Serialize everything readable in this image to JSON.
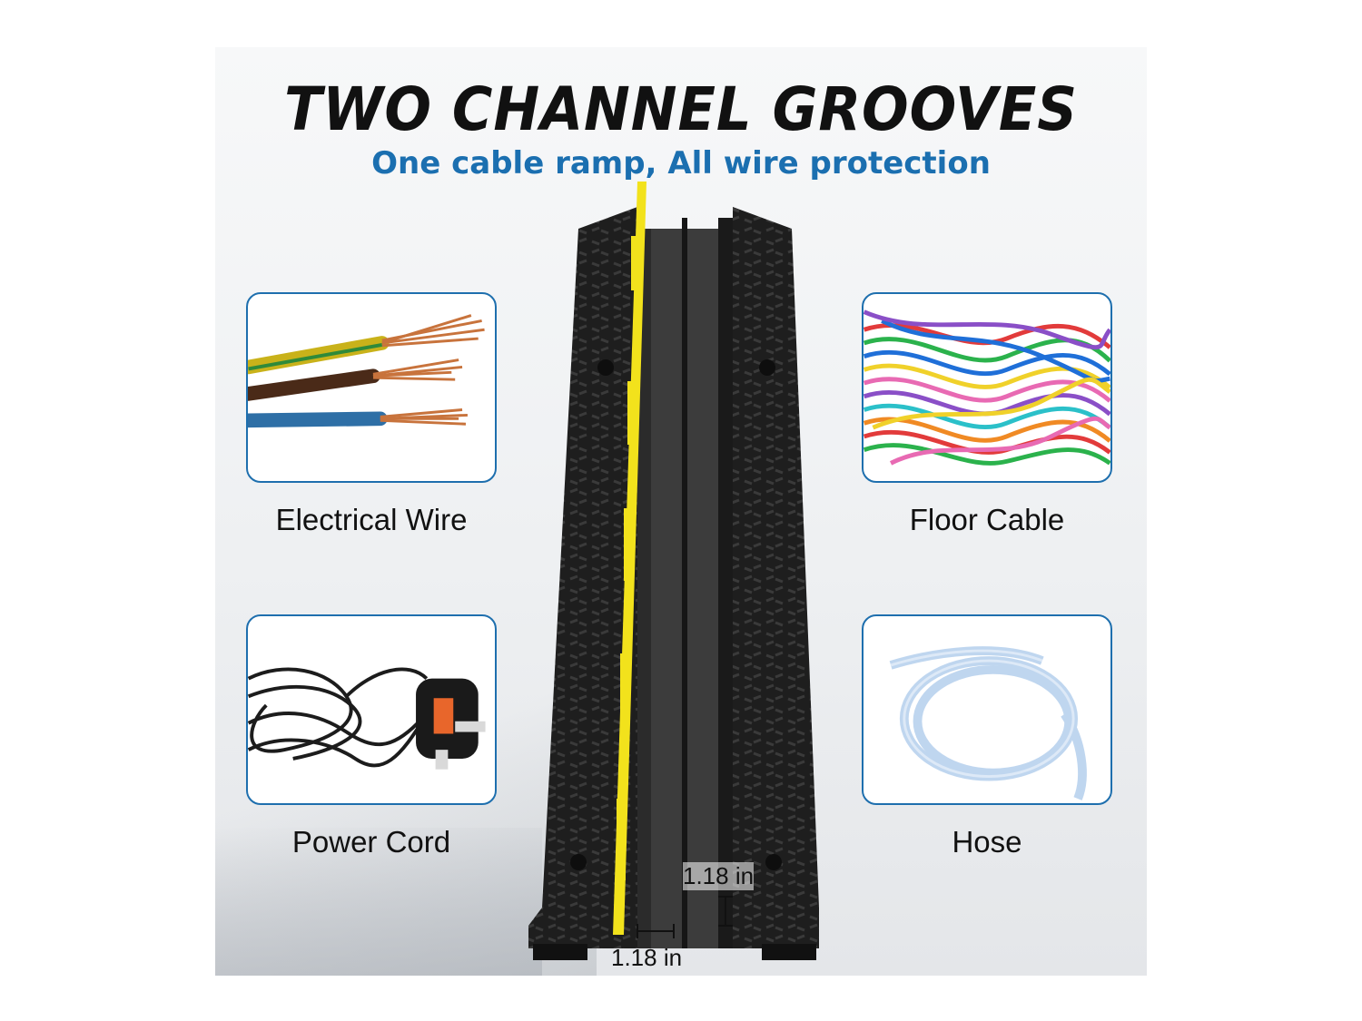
{
  "title": "TWO CHANNEL GROOVES",
  "subtitle": "One cable ramp, All wire protection",
  "cards": [
    {
      "label": "Electrical Wire",
      "icon": "electrical-wire-image"
    },
    {
      "label": "Floor Cable",
      "icon": "floor-cable-image"
    },
    {
      "label": "Power Cord",
      "icon": "power-cord-image"
    },
    {
      "label": "Hose",
      "icon": "hose-image"
    }
  ],
  "dimensions": {
    "height": "1.18 in",
    "width": "1.18 in"
  },
  "colors": {
    "title": "#111111",
    "subtitle": "#1b6fb0",
    "card_border": "#1e6fae",
    "ramp_body": "#1a1a1a",
    "ramp_accent": "#f2e21c"
  }
}
